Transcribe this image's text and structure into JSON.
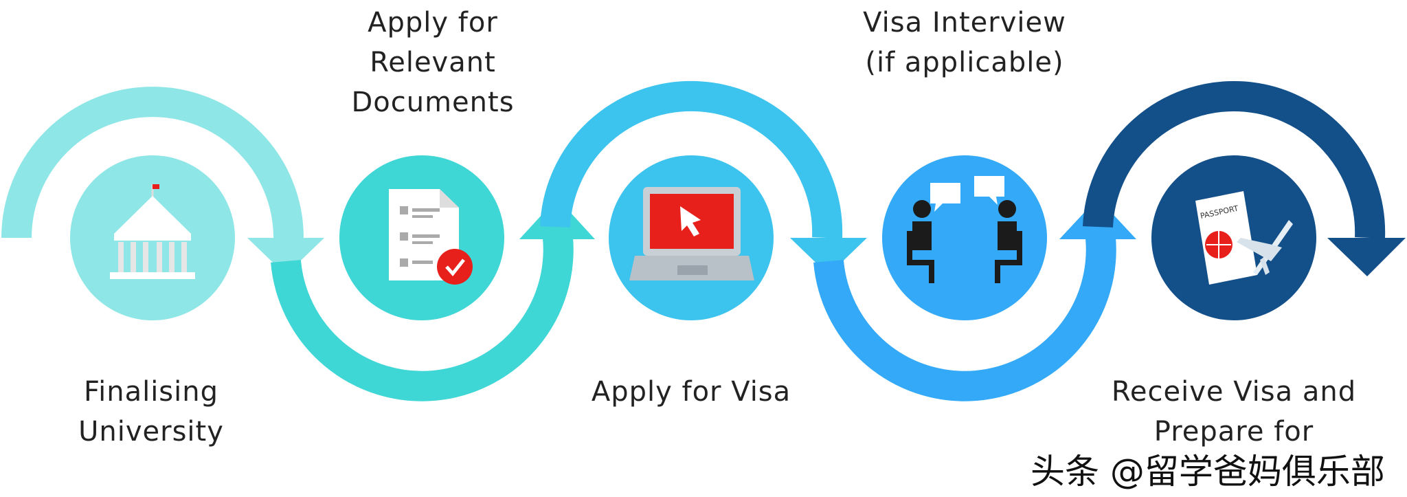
{
  "steps": [
    {
      "id": "finalising-university",
      "lines": [
        "Finalising",
        "University"
      ],
      "position": "bottom",
      "color": "#8ee6e6",
      "icon": "university-icon"
    },
    {
      "id": "apply-documents",
      "lines": [
        "Apply for",
        "Relevant",
        "Documents"
      ],
      "position": "top",
      "color": "#3fd6d6",
      "icon": "document-check-icon"
    },
    {
      "id": "apply-visa",
      "lines": [
        "Apply for Visa"
      ],
      "position": "bottom",
      "color": "#3cc4ee",
      "icon": "laptop-cursor-icon"
    },
    {
      "id": "visa-interview",
      "lines": [
        "Visa Interview",
        "(if applicable)"
      ],
      "position": "top",
      "color": "#33a9f7",
      "icon": "interview-icon"
    },
    {
      "id": "receive-visa",
      "lines": [
        "Receive Visa and",
        "Prepare for"
      ],
      "position": "bottom",
      "color": "#13508a",
      "icon": "passport-plane-icon"
    }
  ],
  "passport_text": "PASSPORT",
  "watermark": "头条 @留学爸妈俱乐部",
  "colors": {
    "text": "#222222",
    "accent_red": "#e8201c"
  }
}
